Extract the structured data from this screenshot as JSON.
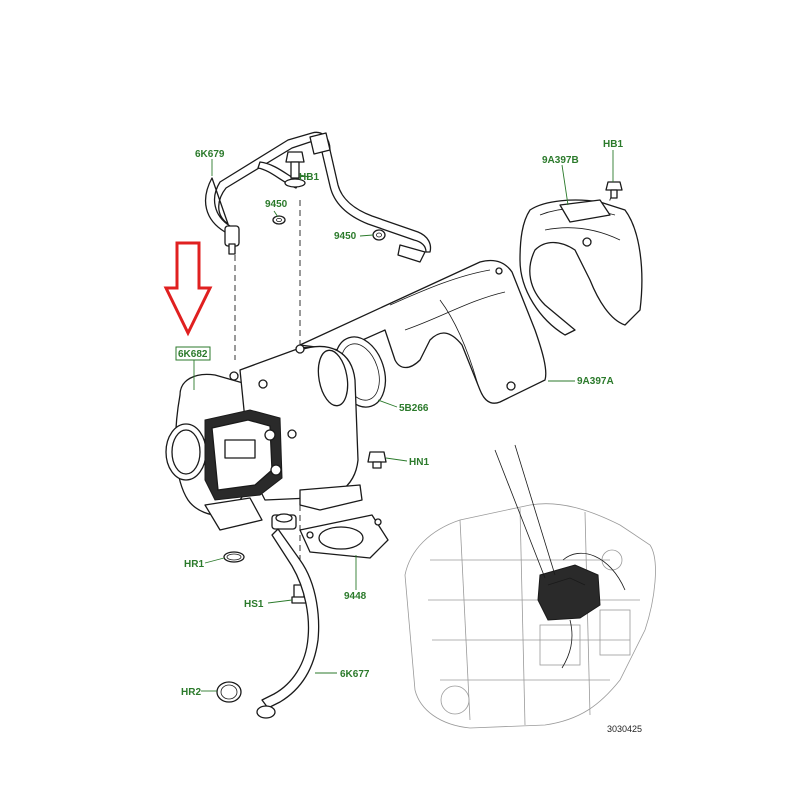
{
  "labels": {
    "oil_feed_pipe": "6K679",
    "bolt_top": "HB1",
    "washer_top": "9450",
    "washer_mid": "9450",
    "heat_shield_upper": "9A397B",
    "bolt_shield": "HB1",
    "turbocharger": "6K682",
    "gasket_outlet": "5B266",
    "heat_shield_lower": "9A397A",
    "nut": "HN1",
    "oring_turbo": "HR1",
    "stud_bolt": "HS1",
    "gasket_flange": "9448",
    "oil_return_pipe": "6K677",
    "oring_return": "HR2"
  },
  "reference_number": "3030425",
  "colors": {
    "label_green": "#2b7a2b",
    "highlight_arrow": "#e02020",
    "linework": "#1a1a1a"
  }
}
